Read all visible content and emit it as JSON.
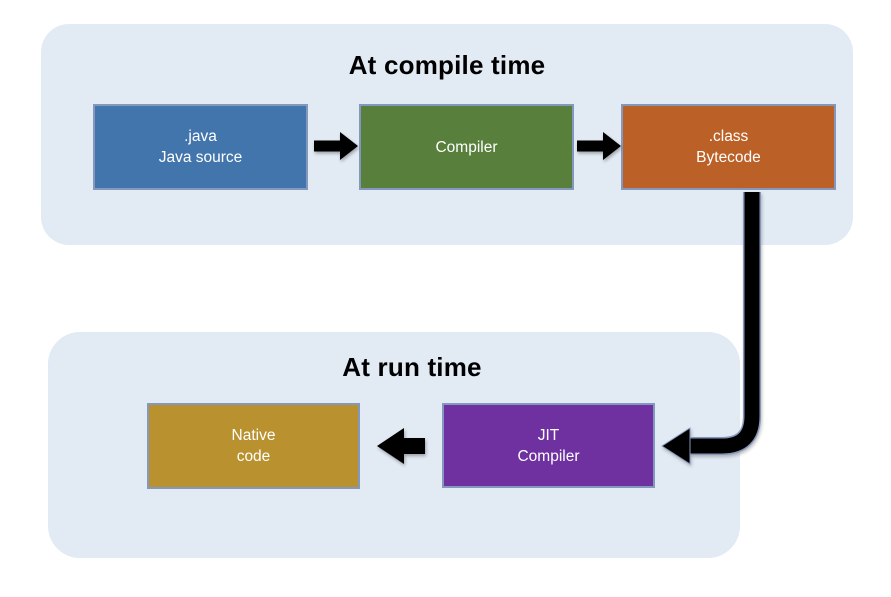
{
  "page": {
    "background": "#FFFFFF"
  },
  "compile_section": {
    "title": "At compile time",
    "background": "#E2EAF4",
    "nodes": [
      {
        "name": "java-source",
        "lines": [
          ".java",
          "Java source"
        ],
        "color": "#4375AD"
      },
      {
        "name": "compiler",
        "lines": [
          "Compiler"
        ],
        "color": "#587F3C"
      },
      {
        "name": "bytecode",
        "lines": [
          ".class",
          "Bytecode"
        ],
        "color": "#BB6127"
      }
    ]
  },
  "run_section": {
    "title": "At run time",
    "background": "#E2EAF4",
    "nodes": [
      {
        "name": "native-code",
        "lines": [
          "Native",
          "code"
        ],
        "color": "#B9922F"
      },
      {
        "name": "jit-compiler",
        "lines": [
          "JIT",
          "Compiler"
        ],
        "color": "#6F31A0"
      }
    ]
  },
  "styles": {
    "node_border": "#8398BC",
    "node_text": "#FFFFFF",
    "title_text": "#000000",
    "arrow": "#000000",
    "arrow_outline": "#8398BC"
  }
}
